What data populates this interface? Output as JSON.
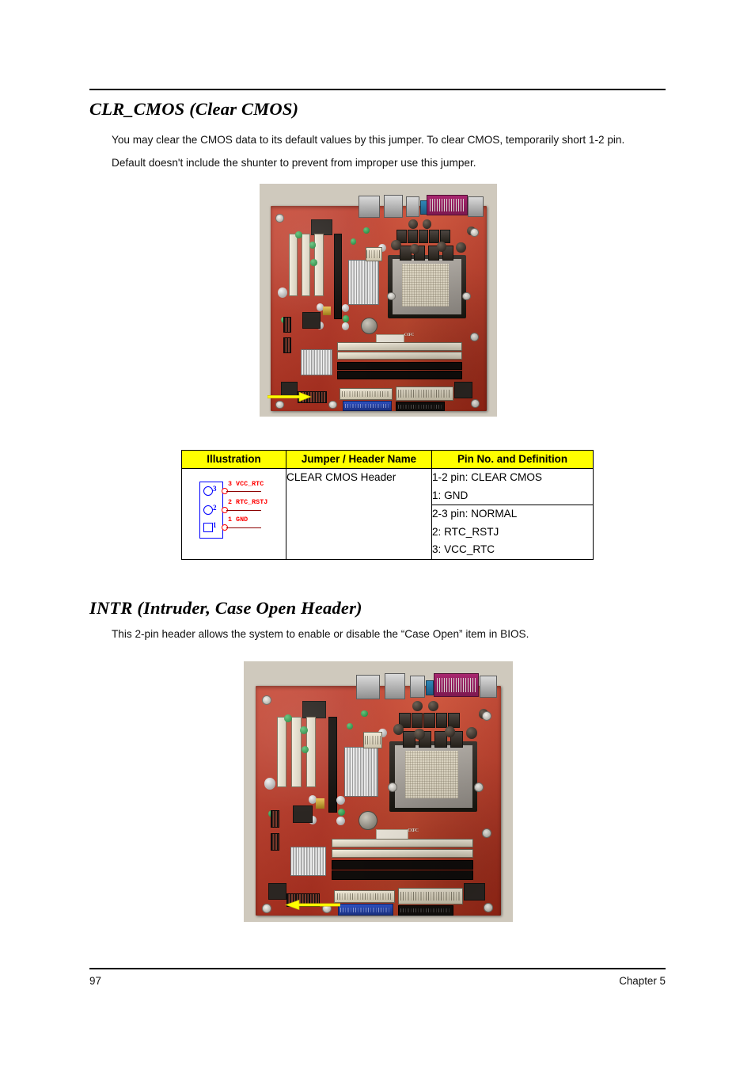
{
  "document": {
    "page_number": "97",
    "chapter": "Chapter 5"
  },
  "sections": [
    {
      "title": "CLR_CMOS (Clear CMOS)",
      "body_line_1": "You may clear the CMOS data to its default values by this jumper. To clear CMOS, temporarily short 1-2 pin.",
      "body_line_2": "Default doesn't include the shunter to prevent from improper use this jumper.",
      "figure_alt": "Motherboard photo with yellow arrow pointing right to the CLR_CMOS jumper at lower left"
    },
    {
      "title": "INTR (Intruder, Case Open Header)",
      "body_line_1": "This 2-pin header allows the system to enable or disable the “Case Open” item in BIOS.",
      "figure_alt": "Motherboard photo with yellow arrow pointing left to the INTR case open header at lower left"
    }
  ],
  "table": {
    "headers": [
      "Illustration",
      "Jumper / Header Name",
      "Pin No. and Definition"
    ],
    "header_bg": "#ffff00",
    "rows": [
      {
        "jumper_name": "CLEAR CMOS Header",
        "definition_group_1": [
          "1-2 pin: CLEAR CMOS",
          "1: GND"
        ],
        "definition_group_2": [
          "2-3 pin: NORMAL",
          "2: RTC_RSTJ",
          "3: VCC_RTC"
        ]
      }
    ],
    "illustration": {
      "pins": [
        {
          "number": "3",
          "label": "3 VCC_RTC",
          "shape": "circle"
        },
        {
          "number": "2",
          "label": "2 RTC_RSTJ",
          "shape": "circle"
        },
        {
          "number": "1",
          "label": "1 GND",
          "shape": "square"
        }
      ],
      "pin_color": "#0000ff",
      "label_color": "#ff0000",
      "lead_color": "#8b0000"
    }
  }
}
